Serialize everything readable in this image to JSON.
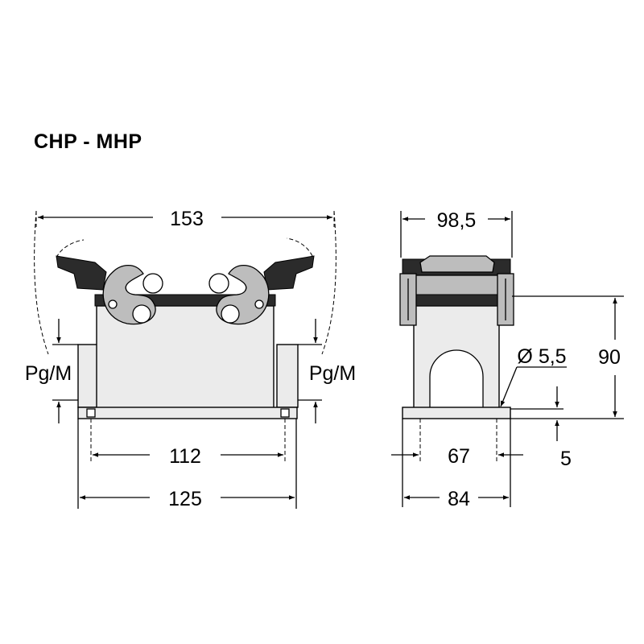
{
  "title": "CHP - MHP",
  "front_view": {
    "dim_overall_width": "153",
    "dim_hole_spacing": "112",
    "dim_base_width": "125",
    "cable_entry_left": "Pg/M",
    "cable_entry_right": "Pg/M"
  },
  "side_view": {
    "dim_top_width": "98,5",
    "dim_height": "90",
    "dim_hole_diameter": "Ø 5,5",
    "dim_hole_spacing": "67",
    "dim_base_width": "84",
    "dim_base_thickness": "5"
  }
}
